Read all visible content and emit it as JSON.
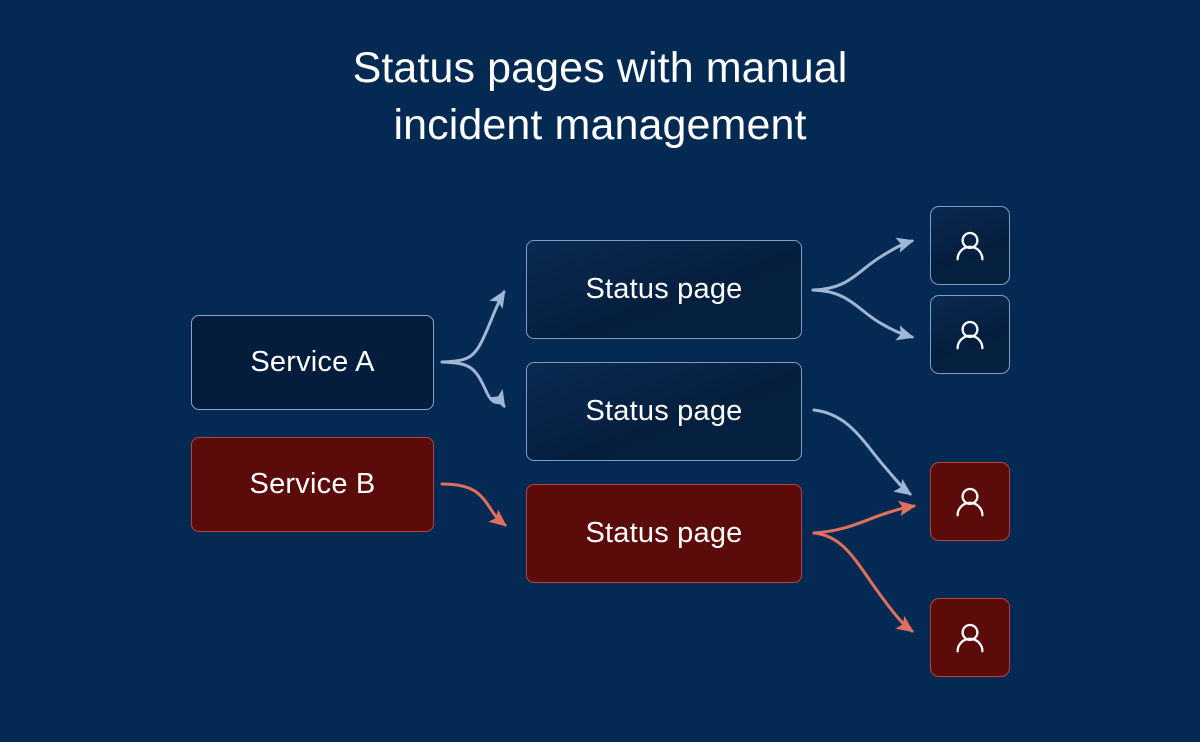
{
  "page": {
    "title": "Status pages with manual\nincident management",
    "background_color": "#042952"
  },
  "colors": {
    "background": "#042952",
    "blue_node_fill": "#061f3f",
    "blue_node_border": "#8aa6c8",
    "red_node_fill": "#5c0b0b",
    "red_node_border": "#b2453c",
    "blue_arrow": "#9fb6d4",
    "red_arrow": "#e0705c",
    "text": "#ffffff"
  },
  "nodes": {
    "services": [
      {
        "id": "service-a",
        "label": "Service A",
        "status": "healthy"
      },
      {
        "id": "service-b",
        "label": "Service B",
        "status": "incident"
      }
    ],
    "status_pages": [
      {
        "id": "status-page-1",
        "label": "Status page",
        "status": "healthy"
      },
      {
        "id": "status-page-2",
        "label": "Status page",
        "status": "healthy"
      },
      {
        "id": "status-page-3",
        "label": "Status page",
        "status": "incident"
      }
    ],
    "users": [
      {
        "id": "user-1",
        "icon": "person-icon",
        "status": "healthy"
      },
      {
        "id": "user-2",
        "icon": "person-icon",
        "status": "healthy"
      },
      {
        "id": "user-3",
        "icon": "person-icon",
        "status": "incident"
      },
      {
        "id": "user-4",
        "icon": "person-icon",
        "status": "incident"
      }
    ]
  },
  "edges": [
    {
      "from": "service-a",
      "to": "status-page-1",
      "color": "#9fb6d4"
    },
    {
      "from": "service-a",
      "to": "status-page-2",
      "color": "#9fb6d4"
    },
    {
      "from": "service-b",
      "to": "status-page-3",
      "color": "#e0705c"
    },
    {
      "from": "status-page-1",
      "to": "user-1",
      "color": "#9fb6d4"
    },
    {
      "from": "status-page-1",
      "to": "user-2",
      "color": "#9fb6d4"
    },
    {
      "from": "status-page-2",
      "to": "user-3",
      "color": "#9fb6d4"
    },
    {
      "from": "status-page-3",
      "to": "user-3",
      "color": "#e0705c"
    },
    {
      "from": "status-page-3",
      "to": "user-4",
      "color": "#e0705c"
    }
  ]
}
